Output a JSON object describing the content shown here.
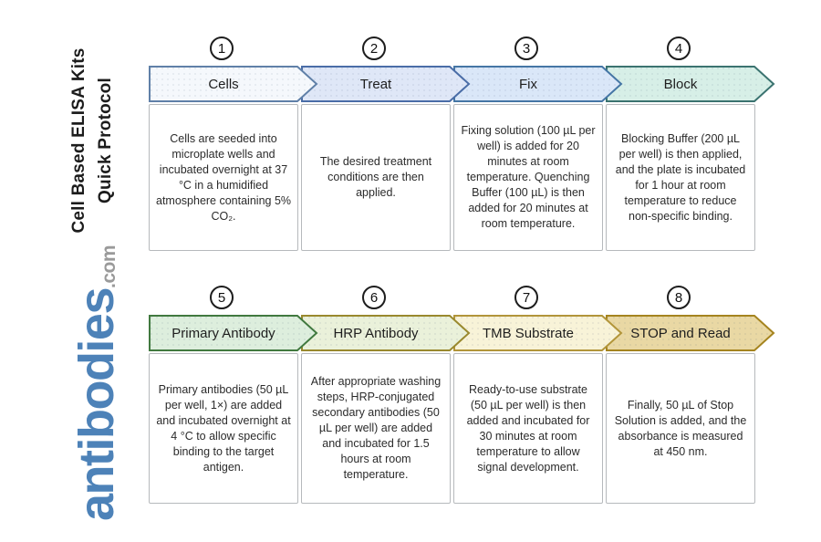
{
  "page": {
    "background_color": "#ffffff"
  },
  "sidebar": {
    "title_line1": "Cell Based ELISA Kits",
    "title_line2": "Quick Protocol",
    "logo_brand": "antibodies",
    "logo_tld": ".com",
    "logo_brand_color": "#4d82b8",
    "logo_tld_color": "#9a9a9a"
  },
  "steps": [
    {
      "number": "1",
      "title": "Cells",
      "fill": "#f5f8fc",
      "stroke": "#6080a8",
      "description": "Cells are seeded into microplate wells and incubated overnight at 37 °C in a humidified atmosphere containing 5% CO₂."
    },
    {
      "number": "2",
      "title": "Treat",
      "fill": "#dfe7f7",
      "stroke": "#4a6da7",
      "description": "The desired treatment conditions are then applied."
    },
    {
      "number": "3",
      "title": "Fix",
      "fill": "#dae7f8",
      "stroke": "#4576a5",
      "description": "Fixing solution (100 µL per well) is added for 20 minutes at room temperature. Quenching Buffer (100 µL) is then added for 20 minutes at room temperature."
    },
    {
      "number": "4",
      "title": "Block",
      "fill": "#d7efe7",
      "stroke": "#3b7370",
      "description": "Blocking Buffer (200 µL per well) is then applied, and the plate is incubated for 1 hour at room temperature to reduce non-specific binding."
    },
    {
      "number": "5",
      "title": "Primary Antibody",
      "fill": "#ddeedd",
      "stroke": "#41793f",
      "description": "Primary antibodies (50 µL per well, 1×) are added and incubated overnight at 4 °C to allow specific binding to the target antigen."
    },
    {
      "number": "6",
      "title": "HRP Antibody",
      "fill": "#eaf1da",
      "stroke": "#99892e",
      "description": "After appropriate washing steps, HRP-conjugated secondary antibodies (50 µL per well) are added and incubated for 1.5 hours at room temperature."
    },
    {
      "number": "7",
      "title": "TMB Substrate",
      "fill": "#f8f3d8",
      "stroke": "#b2953a",
      "description": "Ready-to-use substrate (50 µL per well) is then added and incubated for 30 minutes at room temperature to allow signal development."
    },
    {
      "number": "8",
      "title": "STOP and Read",
      "fill": "#e9d8a4",
      "stroke": "#a5841f",
      "description": "Finally, 50 µL of Stop Solution is added, and the absorbance is measured at 450 nm."
    }
  ]
}
